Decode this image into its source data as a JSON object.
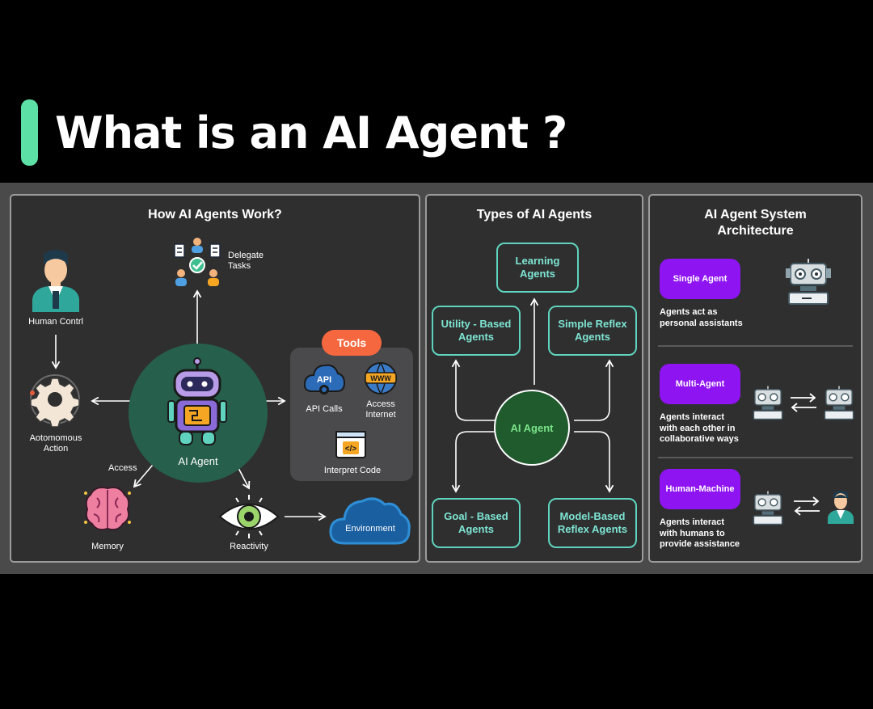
{
  "header": {
    "title": "What is an AI Agent ?"
  },
  "how_it_works": {
    "title": "How AI Agents Work?",
    "center_label": "AI Agent",
    "delegate": "Delegate\nTasks",
    "human_control": "Human Contrl",
    "autonomous_action": "Aotomomous\nAction",
    "access": "Access",
    "memory": "Memory",
    "reactivity": "Reactivity",
    "environment": "Environment",
    "tools": {
      "title": "Tools",
      "api_icon_text": "API",
      "www_icon_text": "WWW",
      "code_icon_text": "</>",
      "api_calls": "API Calls",
      "access_internet": "Access\nInternet",
      "interpret_code": "Interpret Code"
    }
  },
  "types": {
    "title": "Types of AI Agents",
    "center": "AI Agent",
    "learning": "Learning\nAgents",
    "utility": "Utility - Based\nAgents",
    "simple_reflex": "Simple Reflex\nAgents",
    "goal": "Goal - Based\nAgents",
    "model": "Model-Based\nReflex Agents"
  },
  "architecture": {
    "title": "AI Agent System\nArchitecture",
    "items": [
      {
        "name": "Single Agent",
        "desc": "Agents act as\npersonal assistants"
      },
      {
        "name": "Multi-Agent",
        "desc": "Agents interact\nwith each other in\ncollaborative ways"
      },
      {
        "name": "Human-Machine",
        "desc": "Agents interact\nwith humans to\nprovide assistance"
      }
    ]
  },
  "colors": {
    "accent_green": "#5de0a5",
    "teal": "#5fd3bd",
    "purple": "#8f14f2",
    "orange": "#f5683f",
    "cloud_blue": "#2e8fd6",
    "agent_green": "#265f4c"
  }
}
